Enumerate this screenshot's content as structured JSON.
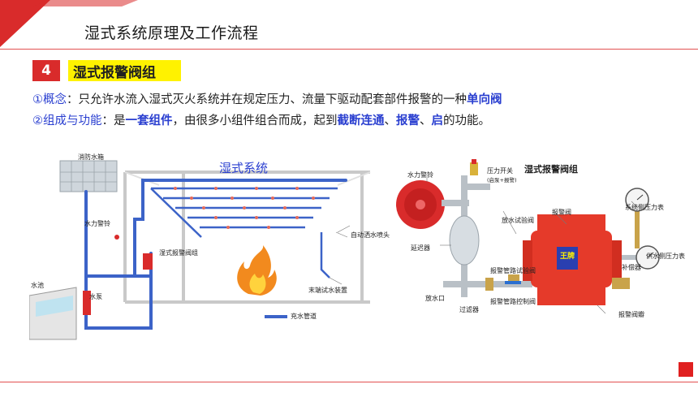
{
  "header": {
    "title": "湿式系统原理及工作流程"
  },
  "section": {
    "number": "4",
    "heading": "湿式报警阀组"
  },
  "definition": {
    "marker": "①",
    "term": "概念",
    "colon": "：",
    "text": "只允许水流入湿式灭火系统并在规定压力、流量下驱动配套部件报警的一种",
    "highlight": "单向阀"
  },
  "function": {
    "marker": "②",
    "term": "组成与功能",
    "colon": "：",
    "text1": "是",
    "highlight1": "一套组件",
    "text2": "，由很多小组件组合而成，起到",
    "highlight2": "截断连通",
    "sep1": "、",
    "highlight3": "报警",
    "sep2": "、",
    "highlight4": "启",
    "text3": "的功能。"
  },
  "left_diagram": {
    "title": "湿式系统",
    "labels": {
      "tank": "消防水箱",
      "alarm_bell": "水力警铃",
      "valve_group": "湿式报警阀组",
      "pool": "水池",
      "pump": "水泵",
      "sprinkler": "自动洒水喷头",
      "end_test": "末端试水装置",
      "legend_pipe": "充水管道"
    },
    "colors": {
      "pipe": "#3c63c8",
      "frame": "#c8c8c8"
    }
  },
  "right_diagram": {
    "title": "湿式报警阀组",
    "labels": {
      "bell": "水力警铃",
      "pressure_switch": "压力开关",
      "pressure_switch_note": "(启泵+报警)",
      "retard": "延迟器",
      "drain_test": "放水试验阀",
      "alarm_valve": "报警阀",
      "system_gauge": "系统侧压力表",
      "supply_gauge": "供水侧压力表",
      "comp": "补偿器",
      "alarm_pipe_test": "报警管路试验阀",
      "drain": "放水口",
      "filter": "过滤器",
      "alarm_pipe_ctrl": "报警管路控制阀",
      "valve_body": "报警阀瓣",
      "brand": "王牌"
    },
    "colors": {
      "valve": "#e53a2a",
      "brass": "#c9a34a",
      "steel": "#b9c0c6"
    }
  },
  "theme": {
    "accent": "#d92b2b",
    "highlight_bg": "#fff200",
    "blue_text": "#2a3fd0"
  }
}
